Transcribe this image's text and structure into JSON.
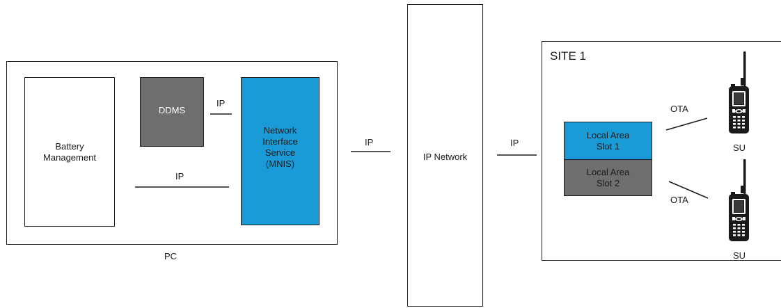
{
  "pc": {
    "label": "PC",
    "battery_management": "Battery\nManagement",
    "ddms": "DDMS",
    "mnis": "Network\nInterface\nService\n(MNIS)",
    "ip_ddms_mnis": "IP",
    "ip_battery_mnis": "IP"
  },
  "links": {
    "ip_pc_network": "IP",
    "ip_network_site": "IP"
  },
  "ip_network": {
    "label": "IP Network"
  },
  "site": {
    "title": "SITE 1",
    "slot1": "Local Area\nSlot 1",
    "slot2": "Local Area\nSlot 2",
    "ota_top": "OTA",
    "ota_bottom": "OTA",
    "su_top": "SU",
    "su_bottom": "SU"
  },
  "colors": {
    "accent_blue": "#1a9bd7",
    "gray": "#6d6e70"
  }
}
